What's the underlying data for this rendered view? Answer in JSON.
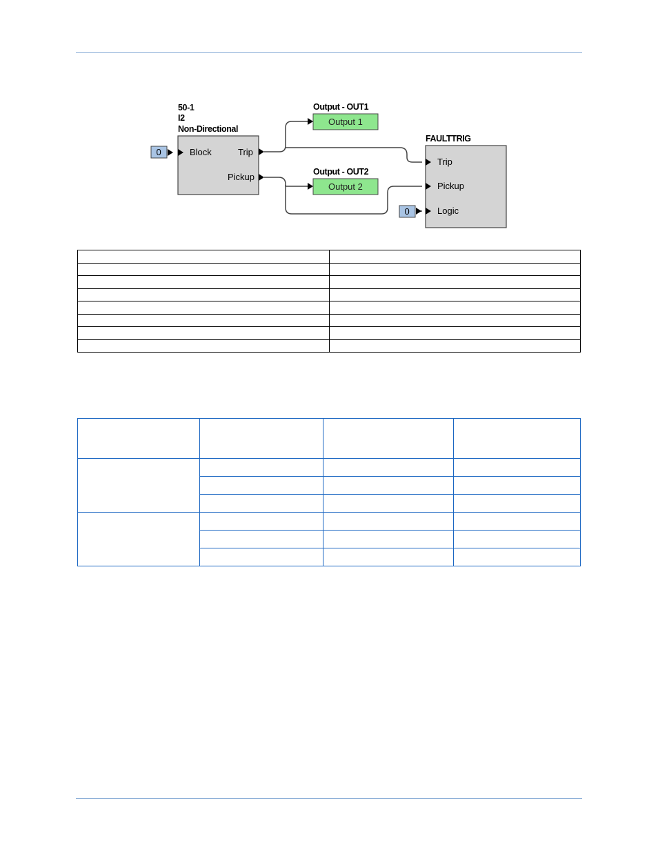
{
  "diagram": {
    "block_50": {
      "title_lines": [
        "50-1",
        "I2",
        "Non-Directional"
      ],
      "inputs": [
        "Block"
      ],
      "outputs": [
        "Trip",
        "Pickup"
      ]
    },
    "block_const_1": {
      "value": "0"
    },
    "output_out1": {
      "title": "Output - OUT1",
      "label": "Output 1",
      "fill": "#8ee68e"
    },
    "output_out2": {
      "title": "Output - OUT2",
      "label": "Output 2",
      "fill": "#8ee68e"
    },
    "faulttrig": {
      "title": "FAULTTRIG",
      "inputs": [
        "Trip",
        "Pickup",
        "Logic"
      ]
    },
    "block_const_2": {
      "value": "0"
    },
    "block_fill": "#d4d4d4",
    "const_fill": "#a9c4e4"
  },
  "colors": {
    "rule": "#8db0d8",
    "table_border_blue": "#1a66c2"
  }
}
